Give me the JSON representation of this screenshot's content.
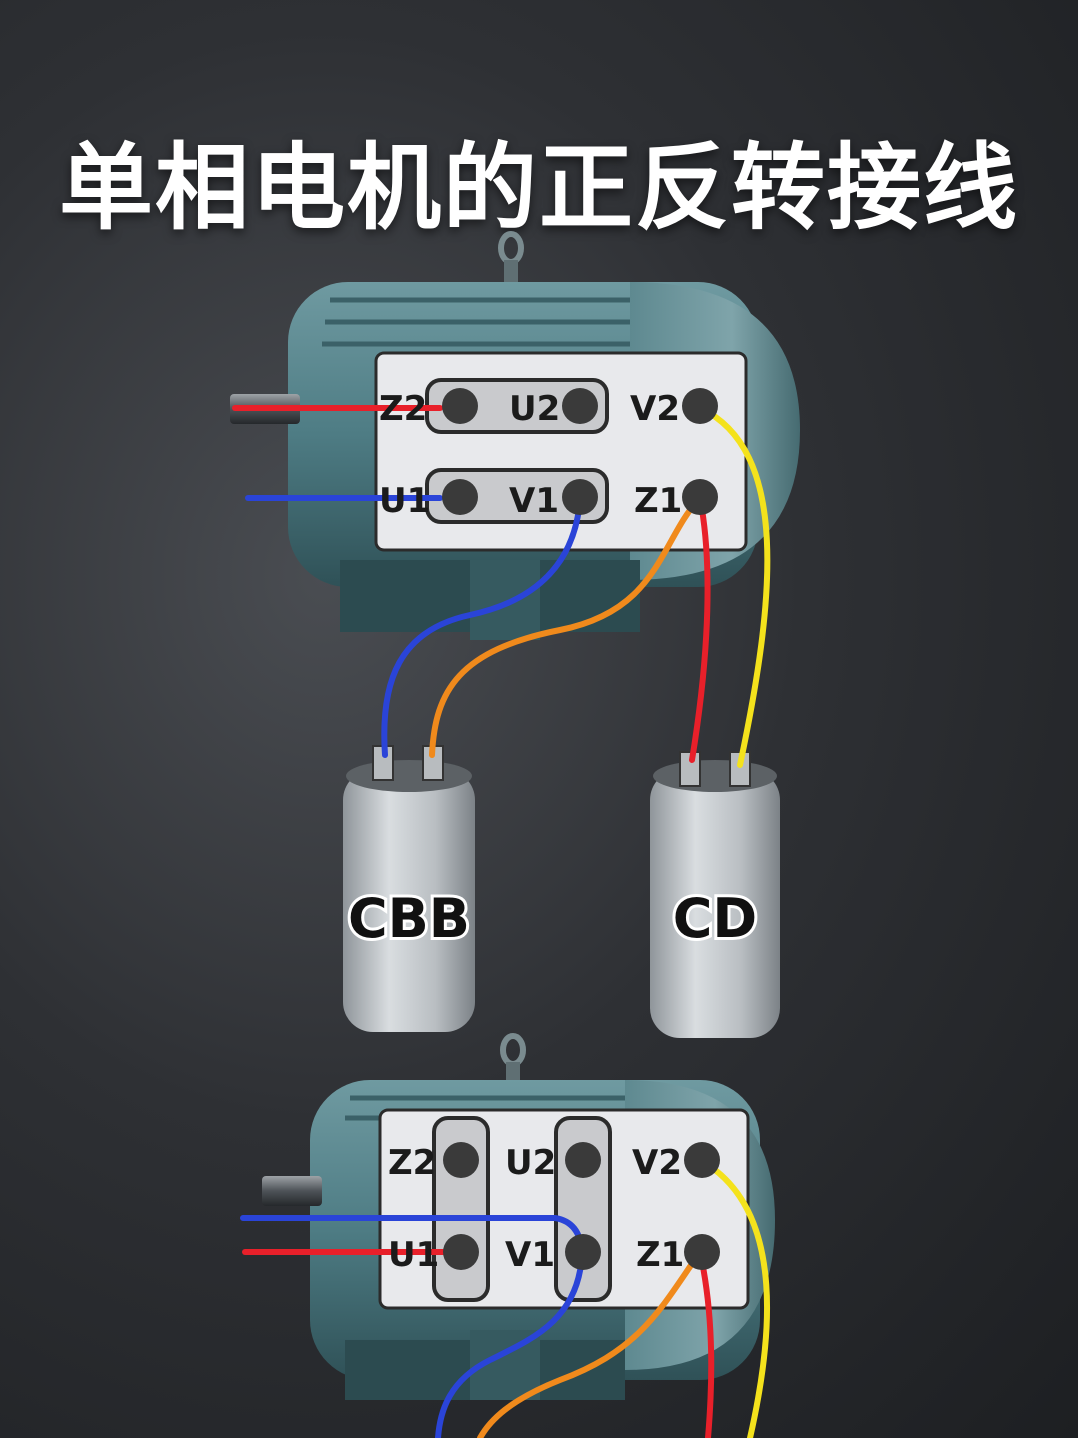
{
  "title": "单相电机的正反转接线",
  "wire_colors": {
    "red": "#e8202a",
    "blue": "#2a44d8",
    "yellow": "#f4e21c",
    "orange": "#f08a1c"
  },
  "motor_top": {
    "terminals": [
      "Z2",
      "U2",
      "V2",
      "U1",
      "V1",
      "Z1"
    ]
  },
  "capacitors": [
    {
      "label": "CBB"
    },
    {
      "label": "CD"
    }
  ],
  "motor_bottom": {
    "terminals": [
      "Z2",
      "U2",
      "V2",
      "U1",
      "V1",
      "Z1"
    ]
  }
}
